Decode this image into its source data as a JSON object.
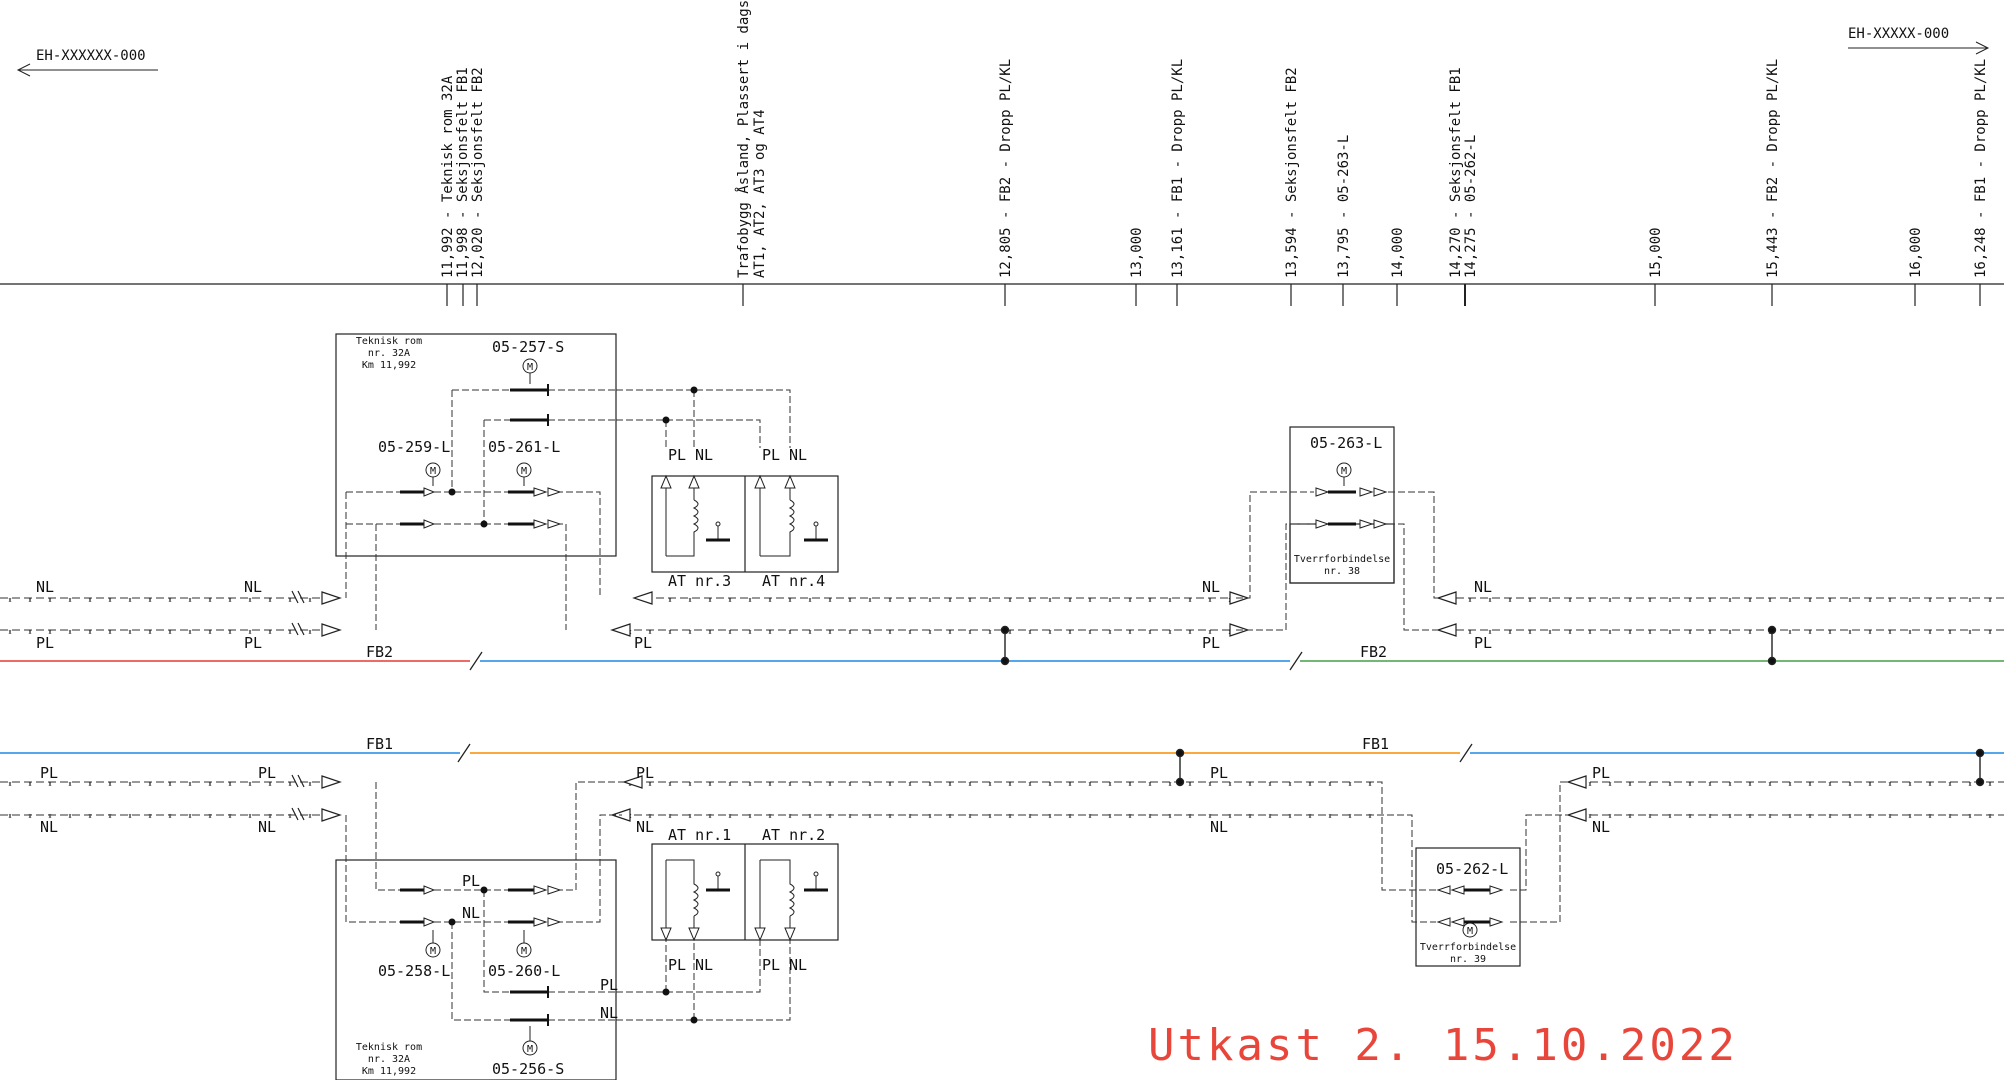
{
  "direction_left": "EH-XXXXXX-000",
  "direction_right": "EH-XXXXX-000",
  "km_markers": [
    {
      "line1": "11,992 - Teknisk rom 32A",
      "line2": ""
    },
    {
      "line1": "11,998 - Seksjonsfelt FB1",
      "line2": ""
    },
    {
      "line1": "12,020 - Seksjonsfelt FB2",
      "line2": ""
    },
    {
      "line1": "Trafobygg Åsland, Plassert i dagsone",
      "line2": "AT1, AT2, AT3 og AT4"
    },
    {
      "line1": "12,805 - FB2 - Dropp PL/KL",
      "line2": ""
    },
    {
      "line1": "13,000",
      "line2": ""
    },
    {
      "line1": "13,161 - FB1 - Dropp PL/KL",
      "line2": ""
    },
    {
      "line1": "13,594 - Seksjonsfelt FB2",
      "line2": ""
    },
    {
      "line1": "13,795 - 05-263-L",
      "line2": ""
    },
    {
      "line1": "14,000",
      "line2": ""
    },
    {
      "line1": "14,270 - Seksjonsfelt FB1",
      "line2": "14,275 - 05-262-L"
    },
    {
      "line1": "15,000",
      "line2": ""
    },
    {
      "line1": "15,443 - FB2 - Dropp PL/KL",
      "line2": ""
    },
    {
      "line1": "16,000",
      "line2": ""
    },
    {
      "line1": "16,248 - FB1 - Dropp PL/KL",
      "line2": ""
    }
  ],
  "feeders": {
    "nl": "NL",
    "pl": "PL",
    "fb1": "FB1",
    "fb2": "FB2"
  },
  "rooms": {
    "top": {
      "line1": "Teknisk rom",
      "line2": "nr. 32A",
      "line3": "Km 11,992"
    },
    "bottom": {
      "line1": "Teknisk rom",
      "line2": "nr. 32A",
      "line3": "Km 11,992"
    }
  },
  "switches": {
    "s257": "05-257-S",
    "s259": "05-259-L",
    "s261": "05-261-L",
    "s263": "05-263-L",
    "s258": "05-258-L",
    "s260": "05-260-L",
    "s256": "05-256-S",
    "s262": "05-262-L"
  },
  "motor_symbol": "M",
  "transformers": {
    "at1": "AT nr.1",
    "at2": "AT nr.2",
    "at3": "AT nr.3",
    "at4": "AT nr.4"
  },
  "crossings": {
    "c38_line1": "Tverrforbindelse",
    "c38_line2": "nr. 38",
    "c39_line1": "Tverrforbindelse",
    "c39_line2": "nr. 39"
  },
  "stamp": "Utkast 2. 15.10.2022",
  "colors": {
    "line": "#222222",
    "fb2_left": "#e53935",
    "blue": "#1e88e5",
    "green": "#43a047",
    "orange": "#fb8c00",
    "stamp": "#e8463a"
  }
}
